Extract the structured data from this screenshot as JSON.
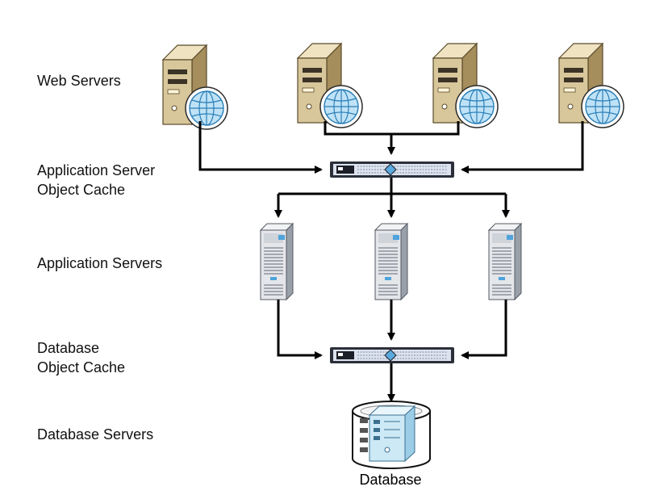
{
  "tiers": {
    "web": "Web Servers",
    "app_cache": [
      "Application Server",
      "Object Cache"
    ],
    "app": "Application Servers",
    "db_cache": [
      "Database",
      "Object Cache"
    ],
    "db": "Database Servers"
  },
  "database_caption": "Database",
  "colors": {
    "tower": "#d9c79c",
    "tower_dark": "#8a7549",
    "globe": "#bfe2f6",
    "globe_line": "#2a7fb8",
    "cache_body": "#dde3ee",
    "cache_frame": "#2b2f3a",
    "cache_accent": "#5aa9e0",
    "rack": "#e4e6ea",
    "rack_dark": "#7b808a",
    "connector": "#000000"
  },
  "icons": {
    "web_server": "web-server-globe-icon",
    "cache": "object-cache-appliance-icon",
    "app_server": "rack-server-icon",
    "database": "database-cylinder-icon"
  }
}
